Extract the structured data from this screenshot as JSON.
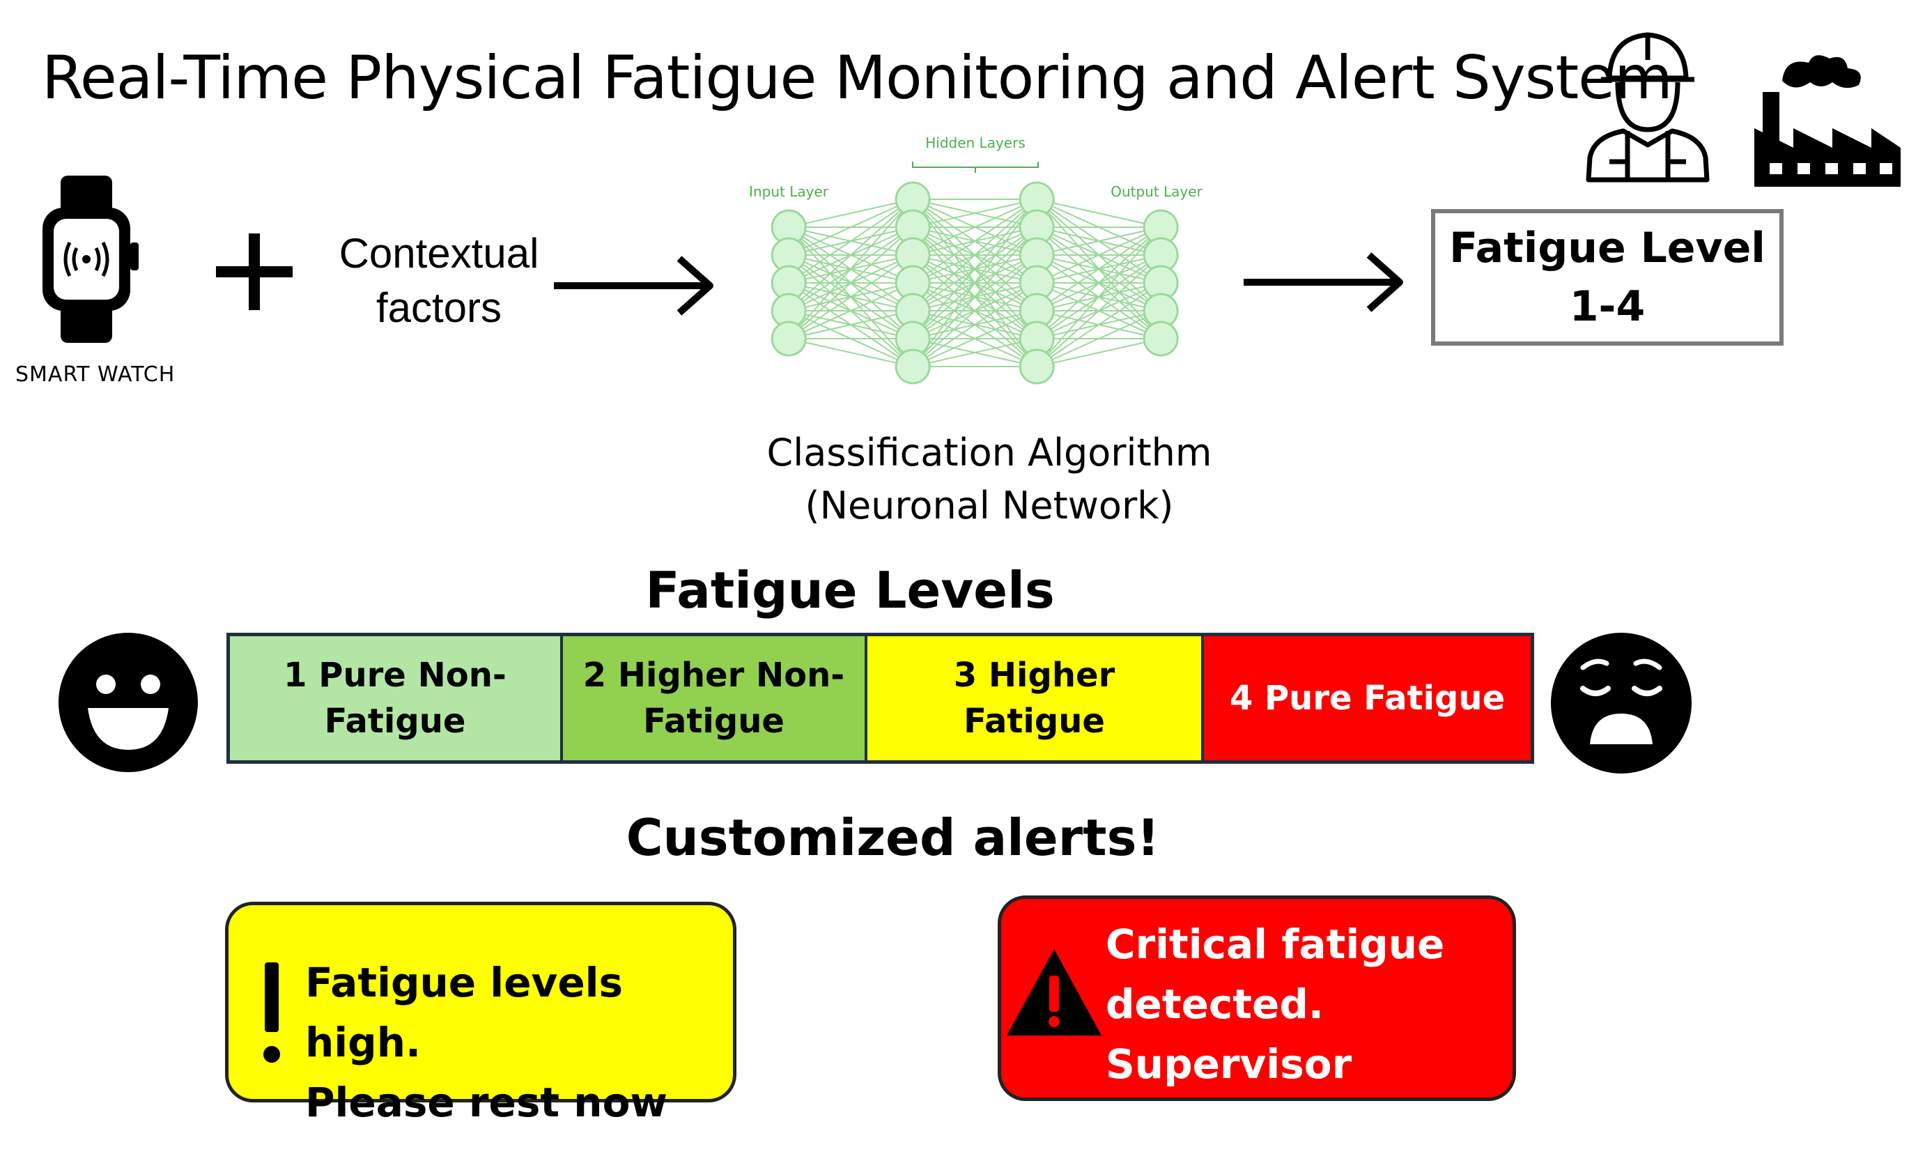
{
  "title": "Real-Time Physical Fatigue Monitoring and Alert System",
  "icons": {
    "smartwatch": "smartwatch-icon",
    "worker": "worker-helmet-icon",
    "factory": "factory-icon",
    "happy_face": "happy-face-icon",
    "tired_face": "tired-face-icon",
    "warning": "warning-triangle-icon",
    "exclamation": "exclamation-icon"
  },
  "pipeline": {
    "device_label": "SMART WATCH",
    "context_line1": "Contextual",
    "context_line2": "factors",
    "network": {
      "hidden_label": "Hidden Layers",
      "input_label": "Input Layer",
      "output_label": "Output Layer",
      "color": "#9bd99b"
    },
    "algorithm_line1": "Classification Algorithm",
    "algorithm_line2": "(Neuronal Network)",
    "output_line1": "Fatigue Level",
    "output_line2": "1-4"
  },
  "levels": {
    "heading": "Fatigue Levels",
    "items": [
      {
        "label": "1 Pure Non-Fatigue",
        "color": "#b3e6a4",
        "text_color": "#000000"
      },
      {
        "label": "2 Higher Non-Fatigue",
        "color": "#92d050",
        "text_color": "#000000"
      },
      {
        "label": "3 Higher Fatigue",
        "color": "#ffff00",
        "text_color": "#000000"
      },
      {
        "label": "4 Pure Fatigue",
        "color": "#ff0000",
        "text_color": "#ffffff"
      }
    ]
  },
  "alerts": {
    "heading": "Customized alerts!",
    "yellow": {
      "line1": "Fatigue levels high.",
      "line2": "Please rest now",
      "color": "#ffff00"
    },
    "red": {
      "line1": "Critical fatigue",
      "line2": "detected.",
      "line3": "Supervisor alerted",
      "color": "#ff0000"
    }
  }
}
